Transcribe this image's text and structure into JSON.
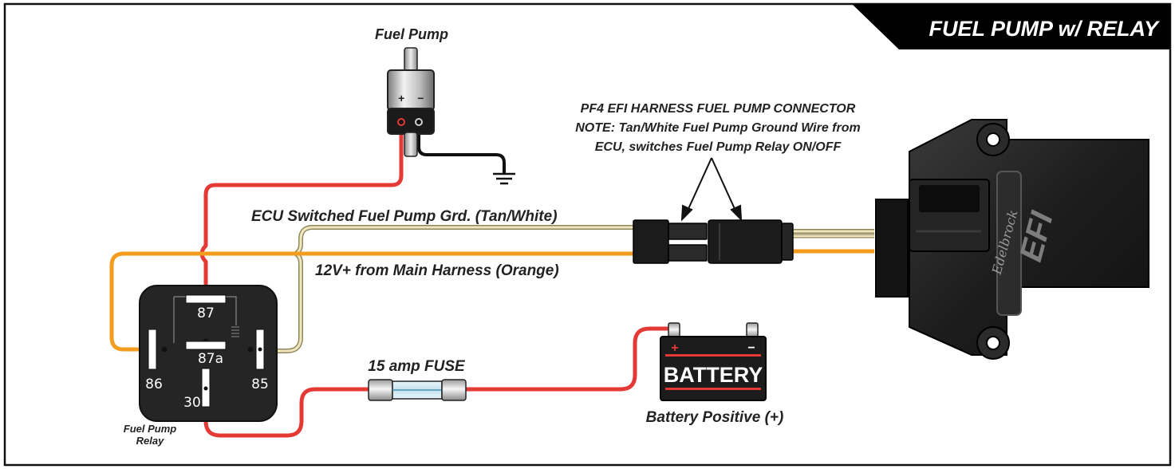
{
  "title": "FUEL PUMP w/ RELAY",
  "labels": {
    "fuel_pump": "Fuel Pump",
    "connector_line1": "PF4 EFI HARNESS FUEL PUMP CONNECTOR",
    "connector_line2": "NOTE: Tan/White Fuel Pump Ground Wire from",
    "connector_line3": "ECU, switches Fuel Pump Relay ON/OFF",
    "ecu_ground_wire": "ECU Switched Fuel Pump Grd. (Tan/White)",
    "power_wire": "12V+ from Main Harness (Orange)",
    "fuse": "15 amp FUSE",
    "battery": "BATTERY",
    "battery_positive": "Battery Positive (+)",
    "relay_line1": "Fuel Pump",
    "relay_line2": "Relay",
    "ecu_brand": "Edelbrock",
    "ecu_mark": "EFI"
  },
  "pump_terminals": {
    "positive": "+",
    "negative": "−"
  },
  "battery_terminals": {
    "positive": "+",
    "negative": "−"
  },
  "relay_pins": {
    "p87": "87",
    "p87a": "87a",
    "p86": "86",
    "p85": "85",
    "p30": "30"
  },
  "colors": {
    "power_wire": "#e53935",
    "orange_wire": "#f39c1e",
    "tan_white_wire": "#d8cfa0",
    "ground_wire": "#111111",
    "title_bg": "#000000"
  }
}
